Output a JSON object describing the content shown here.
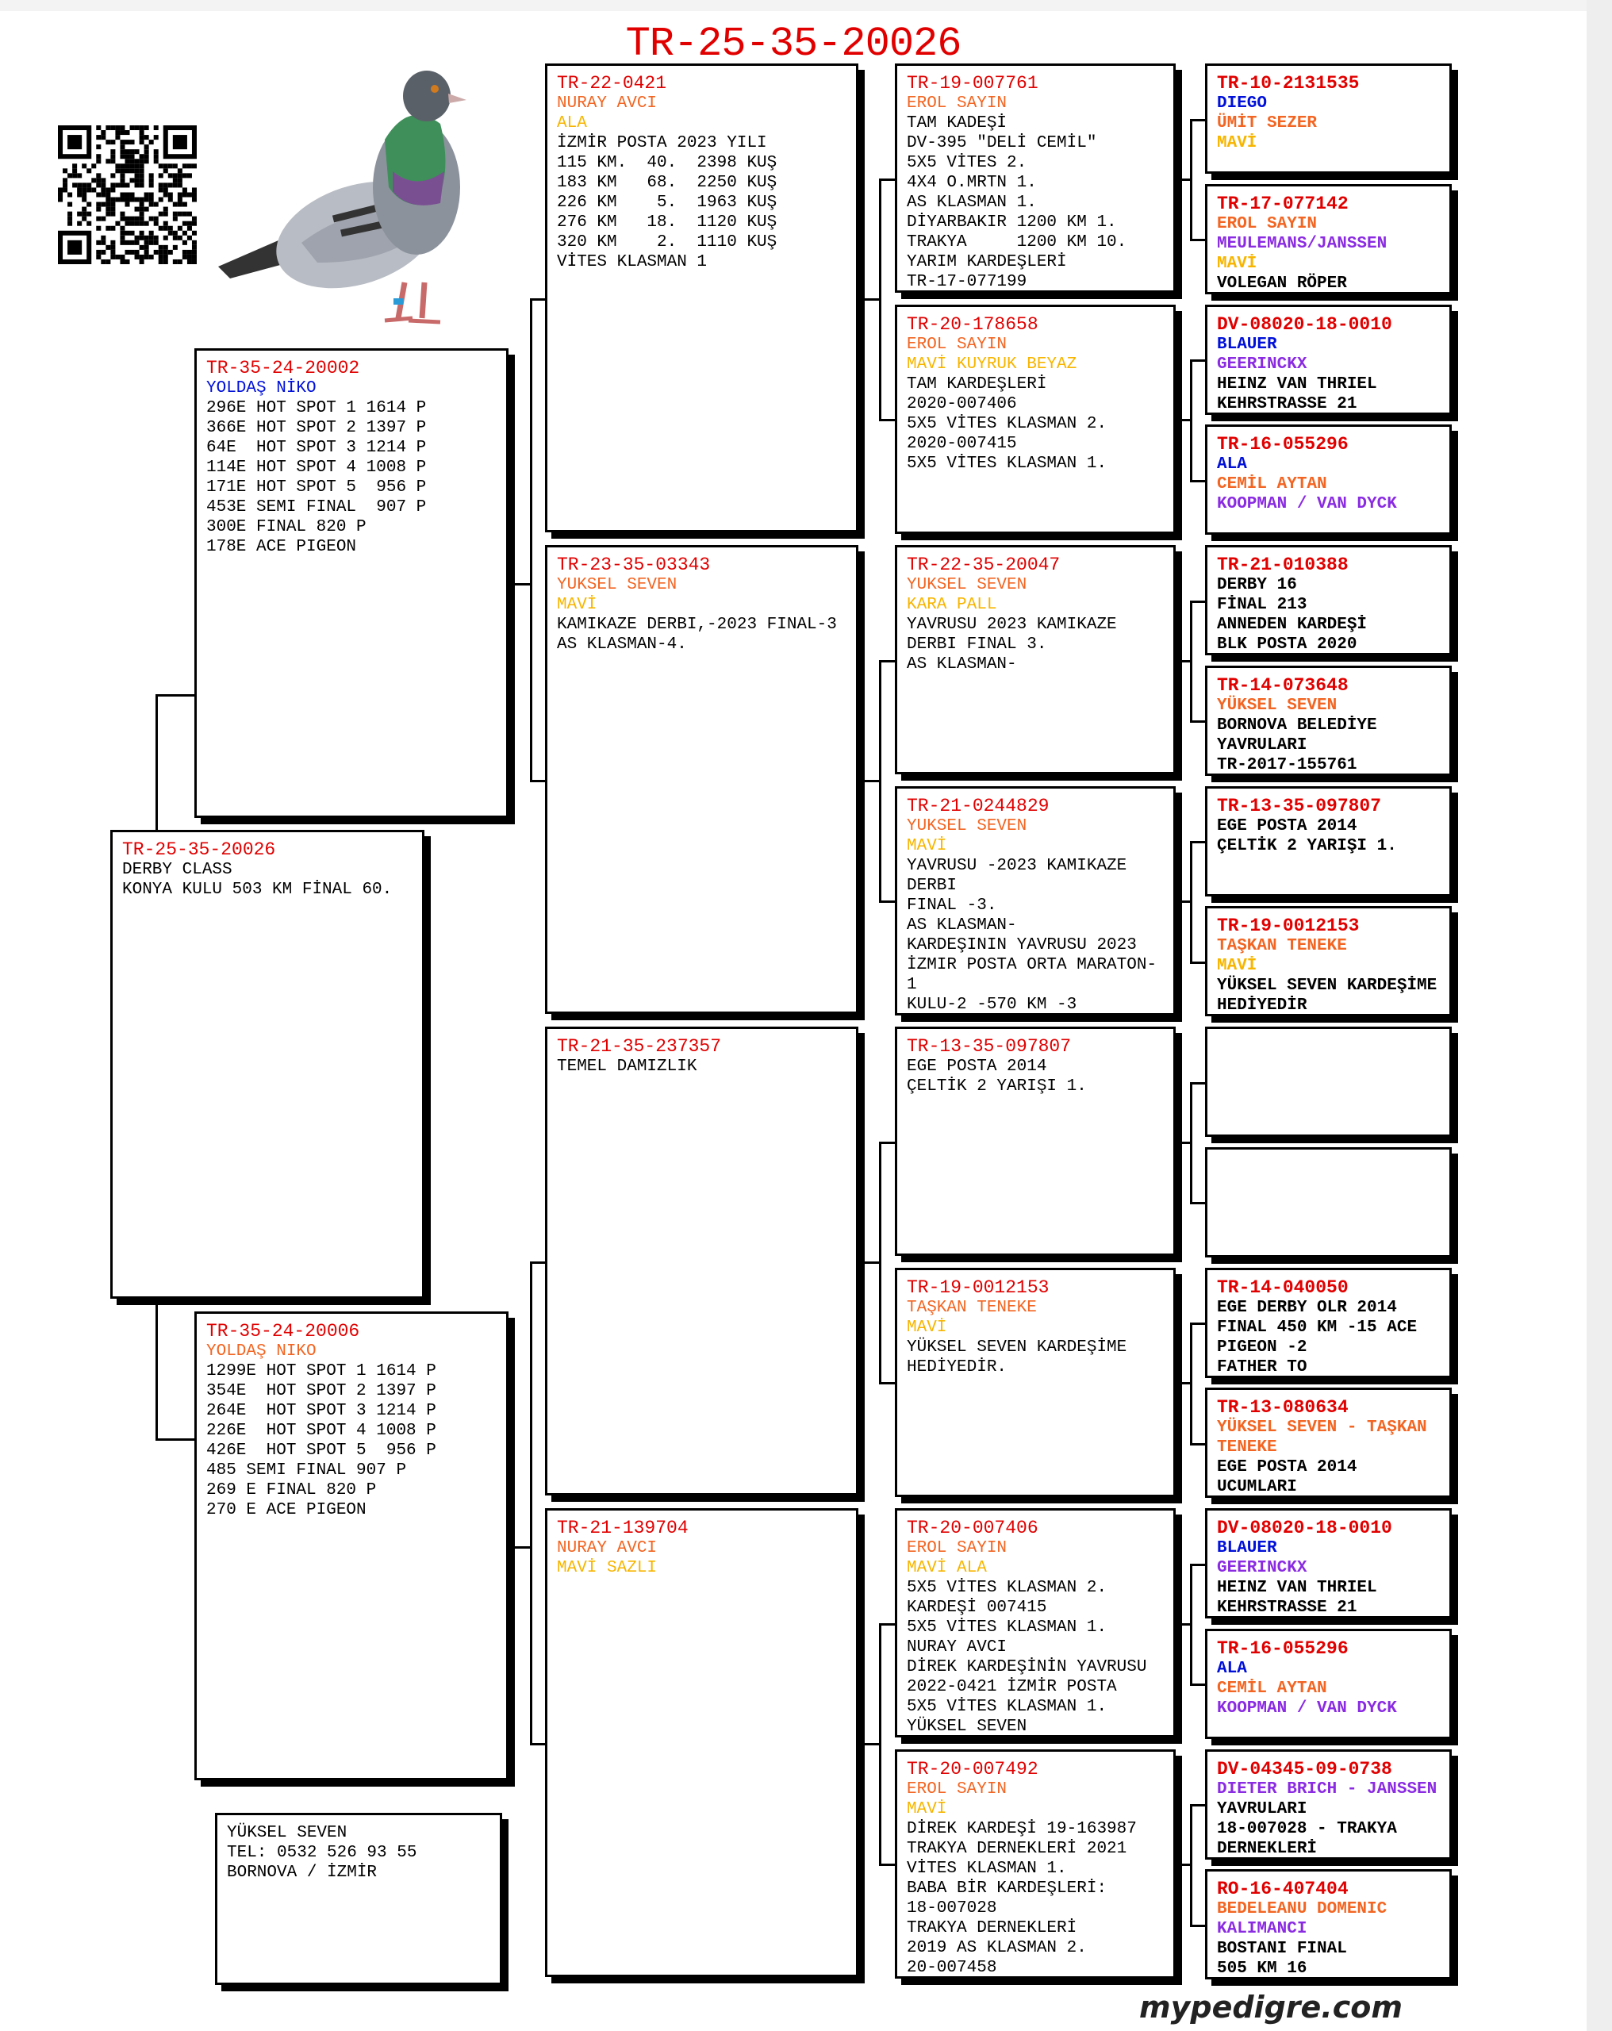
{
  "title": "TR-25-35-20026",
  "footer": "mypedigre.com",
  "colors": {
    "red": "#e10000",
    "orange": "#f26522",
    "gold": "#f7b500",
    "blue": "#0010d8",
    "purple": "#8a2be2",
    "black": "#000000"
  },
  "subject": {
    "lines": [
      [
        "TR-25-35-20026",
        "red"
      ],
      [
        "DERBY CLASS",
        "black"
      ],
      [
        "KONYA KULU 503 KM FİNAL 60.",
        "black"
      ]
    ]
  },
  "breeder": {
    "lines": [
      [
        "YÜKSEL SEVEN",
        "black"
      ],
      [
        "TEL: 0532 526 93 55",
        "black"
      ],
      [
        "BORNOVA / İZMİR",
        "black"
      ]
    ]
  },
  "parents": [
    {
      "lines": [
        [
          "TR-35-24-20002",
          "red"
        ],
        [
          "YOLDAŞ NİKO",
          "blue"
        ],
        [
          "296E HOT SPOT 1 1614 P",
          "black"
        ],
        [
          "366E HOT SPOT 2 1397 P",
          "black"
        ],
        [
          "64E  HOT SPOT 3 1214 P",
          "black"
        ],
        [
          "114E HOT SPOT 4 1008 P",
          "black"
        ],
        [
          "171E HOT SPOT 5  956 P",
          "black"
        ],
        [
          "453E SEMI FINAL  907 P",
          "black"
        ],
        [
          "300E FINAL 820 P",
          "black"
        ],
        [
          "178E ACE PIGEON",
          "black"
        ]
      ]
    },
    {
      "lines": [
        [
          "TR-35-24-20006",
          "red"
        ],
        [
          "YOLDAŞ NIKO",
          "orange"
        ],
        [
          "1299E HOT SPOT 1 1614 P",
          "black"
        ],
        [
          "354E  HOT SPOT 2 1397 P",
          "black"
        ],
        [
          "264E  HOT SPOT 3 1214 P",
          "black"
        ],
        [
          "226E  HOT SPOT 4 1008 P",
          "black"
        ],
        [
          "426E  HOT SPOT 5  956 P",
          "black"
        ],
        [
          "485 SEMI FINAL 907 P",
          "black"
        ],
        [
          "269 E FINAL 820 P",
          "black"
        ],
        [
          "270 E ACE PIGEON",
          "black"
        ]
      ]
    }
  ],
  "grandparents": [
    {
      "lines": [
        [
          "TR-22-0421",
          "red"
        ],
        [
          "NURAY AVCI",
          "orange"
        ],
        [
          "ALA",
          "gold"
        ],
        [
          "İZMİR POSTA 2023 YILI",
          "black"
        ],
        [
          "115 KM.  40.  2398 KUŞ",
          "black"
        ],
        [
          "183 KM   68.  2250 KUŞ",
          "black"
        ],
        [
          "226 KM    5.  1963 KUŞ",
          "black"
        ],
        [
          "276 KM   18.  1120 KUŞ",
          "black"
        ],
        [
          "320 KM    2.  1110 KUŞ",
          "black"
        ],
        [
          "VİTES KLASMAN 1",
          "black"
        ]
      ]
    },
    {
      "lines": [
        [
          "TR-23-35-03343",
          "red"
        ],
        [
          "YUKSEL SEVEN",
          "orange"
        ],
        [
          "MAVİ",
          "gold"
        ],
        [
          "KAMIKAZE DERBI,-2023 FINAL-3",
          "black"
        ],
        [
          "AS KLASMAN-4.",
          "black"
        ]
      ]
    },
    {
      "lines": [
        [
          "TR-21-35-237357",
          "red"
        ],
        [
          "TEMEL DAMIZLIK",
          "black"
        ]
      ]
    },
    {
      "lines": [
        [
          "TR-21-139704",
          "red"
        ],
        [
          "NURAY AVCI",
          "orange"
        ],
        [
          "MAVİ SAZLI",
          "gold"
        ]
      ]
    }
  ],
  "great_grandparents": [
    {
      "lines": [
        [
          "TR-19-007761",
          "red"
        ],
        [
          "EROL SAYIN",
          "orange"
        ],
        [
          "TAM KADEŞİ",
          "black"
        ],
        [
          "DV-395 \"DELİ CEMİL\"",
          "black"
        ],
        [
          "5X5 VİTES 2.",
          "black"
        ],
        [
          "4X4 O.MRTN 1.",
          "black"
        ],
        [
          "AS KLASMAN 1.",
          "black"
        ],
        [
          "DİYARBAKIR 1200 KM 1.",
          "black"
        ],
        [
          "TRAKYA     1200 KM 10.",
          "black"
        ],
        [
          "YARIM KARDEŞLERİ",
          "black"
        ],
        [
          "TR-17-077199",
          "black"
        ]
      ]
    },
    {
      "lines": [
        [
          "TR-20-178658",
          "red"
        ],
        [
          "EROL SAYIN",
          "orange"
        ],
        [
          "MAVİ KUYRUK BEYAZ",
          "gold"
        ],
        [
          "TAM KARDEŞLERİ",
          "black"
        ],
        [
          "2020-007406",
          "black"
        ],
        [
          "5X5 VİTES KLASMAN 2.",
          "black"
        ],
        [
          "2020-007415",
          "black"
        ],
        [
          "5X5 VİTES KLASMAN 1.",
          "black"
        ]
      ]
    },
    {
      "lines": [
        [
          "TR-22-35-20047",
          "red"
        ],
        [
          "YUKSEL SEVEN",
          "orange"
        ],
        [
          "KARA PALL",
          "gold"
        ],
        [
          "YAVRUSU 2023 KAMIKAZE",
          "black"
        ],
        [
          "DERBI FINAL 3.",
          "black"
        ],
        [
          "AS KLASMAN-",
          "black"
        ]
      ]
    },
    {
      "lines": [
        [
          "TR-21-0244829",
          "red"
        ],
        [
          "YUKSEL SEVEN",
          "orange"
        ],
        [
          "MAVİ",
          "gold"
        ],
        [
          "YAVRUSU -2023 KAMIKAZE",
          "black"
        ],
        [
          "DERBI",
          "black"
        ],
        [
          "FINAL -3.",
          "black"
        ],
        [
          "AS KLASMAN-",
          "black"
        ],
        [
          "KARDEŞININ YAVRUSU 2023",
          "black"
        ],
        [
          "İZMIR POSTA ORTA MARATON-",
          "black"
        ],
        [
          "1",
          "black"
        ],
        [
          "KULU-2 -570 KM -3",
          "black"
        ]
      ]
    },
    {
      "lines": [
        [
          "TR-13-35-097807",
          "red"
        ],
        [
          "EGE POSTA 2014",
          "black"
        ],
        [
          "ÇELTİK 2 YARIŞI 1.",
          "black"
        ]
      ]
    },
    {
      "lines": [
        [
          "TR-19-0012153",
          "red"
        ],
        [
          "TAŞKAN TENEKE",
          "orange"
        ],
        [
          "MAVİ",
          "gold"
        ],
        [
          "YÜKSEL SEVEN KARDEŞİME",
          "black"
        ],
        [
          "HEDİYEDİR.",
          "black"
        ]
      ]
    },
    {
      "lines": [
        [
          "TR-20-007406",
          "red"
        ],
        [
          "EROL SAYIN",
          "orange"
        ],
        [
          "MAVİ ALA",
          "gold"
        ],
        [
          "5X5 VİTES KLASMAN 2.",
          "black"
        ],
        [
          "KARDEŞİ 007415",
          "black"
        ],
        [
          "5X5 VİTES KLASMAN 1.",
          "black"
        ],
        [
          "NURAY AVCI",
          "black"
        ],
        [
          "DİREK KARDEŞİNİN YAVRUSU",
          "black"
        ],
        [
          "2022-0421 İZMİR POSTA",
          "black"
        ],
        [
          "5X5 VİTES KLASMAN 1.",
          "black"
        ],
        [
          "YÜKSEL SEVEN",
          "black"
        ]
      ]
    },
    {
      "lines": [
        [
          "TR-20-007492",
          "red"
        ],
        [
          "EROL SAYIN",
          "orange"
        ],
        [
          "MAVİ",
          "gold"
        ],
        [
          "DİREK KARDEŞİ 19-163987",
          "black"
        ],
        [
          "TRAKYA DERNEKLERİ 2021",
          "black"
        ],
        [
          "VİTES KLASMAN 1.",
          "black"
        ],
        [
          "BABA BİR KARDEŞLERİ:",
          "black"
        ],
        [
          "18-007028",
          "black"
        ],
        [
          "TRAKYA DERNEKLERİ",
          "black"
        ],
        [
          "2019 AS KLASMAN 2.",
          "black"
        ],
        [
          "20-007458",
          "black"
        ]
      ]
    }
  ],
  "great_great_grandparents": [
    {
      "lines": [
        [
          "TR-10-2131535",
          "red"
        ],
        [
          "DIEGO",
          "blue"
        ],
        [
          "ÜMİT SEZER",
          "orange"
        ],
        [
          "MAVİ",
          "gold"
        ]
      ]
    },
    {
      "lines": [
        [
          "TR-17-077142",
          "red"
        ],
        [
          "EROL SAYIN",
          "orange"
        ],
        [
          "MEULEMANS/JANSSEN",
          "purple"
        ],
        [
          "MAVİ",
          "gold"
        ],
        [
          "VOLEGAN RÖPER",
          "black"
        ]
      ]
    },
    {
      "lines": [
        [
          "DV-08020-18-0010",
          "red"
        ],
        [
          "BLAUER",
          "blue"
        ],
        [
          "GEERINCKX",
          "purple"
        ],
        [
          "HEINZ VAN THRIEL",
          "black"
        ],
        [
          "KEHRSTRASSE 21",
          "black"
        ]
      ]
    },
    {
      "lines": [
        [
          "TR-16-055296",
          "red"
        ],
        [
          "ALA",
          "blue"
        ],
        [
          "CEMİL AYTAN",
          "orange"
        ],
        [
          "KOOPMAN / VAN DYCK",
          "purple"
        ]
      ]
    },
    {
      "lines": [
        [
          "TR-21-010388",
          "red"
        ],
        [
          "DERBY 16",
          "black"
        ],
        [
          "FİNAL 213",
          "black"
        ],
        [
          "ANNEDEN KARDEŞİ",
          "black"
        ],
        [
          "BLK POSTA 2020",
          "black"
        ]
      ]
    },
    {
      "lines": [
        [
          "TR-14-073648",
          "red"
        ],
        [
          "YÜKSEL SEVEN",
          "orange"
        ],
        [
          "BORNOVA BELEDİYE",
          "black"
        ],
        [
          "YAVRULARI",
          "black"
        ],
        [
          "TR-2017-155761",
          "black"
        ]
      ]
    },
    {
      "lines": [
        [
          "TR-13-35-097807",
          "red"
        ],
        [
          "EGE POSTA 2014",
          "black"
        ],
        [
          "ÇELTİK 2 YARIŞI 1.",
          "black"
        ]
      ]
    },
    {
      "lines": [
        [
          "TR-19-0012153",
          "red"
        ],
        [
          "TAŞKAN TENEKE",
          "orange"
        ],
        [
          "MAVİ",
          "gold"
        ],
        [
          "YÜKSEL SEVEN KARDEŞİME",
          "black"
        ],
        [
          "HEDİYEDİR",
          "black"
        ]
      ]
    },
    {
      "lines": []
    },
    {
      "lines": []
    },
    {
      "lines": [
        [
          "TR-14-040050",
          "red"
        ],
        [
          "EGE DERBY OLR 2014",
          "black"
        ],
        [
          "FINAL 450 KM -15 ACE",
          "black"
        ],
        [
          "PIGEON -2",
          "black"
        ],
        [
          "FATHER TO",
          "black"
        ]
      ]
    },
    {
      "lines": [
        [
          "TR-13-080634",
          "red"
        ],
        [
          "YÜKSEL SEVEN - TAŞKAN",
          "orange"
        ],
        [
          "TENEKE",
          "orange"
        ],
        [
          "EGE POSTA 2014",
          "black"
        ],
        [
          "UCUMLARI",
          "black"
        ]
      ]
    },
    {
      "lines": [
        [
          "DV-08020-18-0010",
          "red"
        ],
        [
          "BLAUER",
          "blue"
        ],
        [
          "GEERINCKX",
          "purple"
        ],
        [
          "HEINZ VAN THRIEL",
          "black"
        ],
        [
          "KEHRSTRASSE 21",
          "black"
        ]
      ]
    },
    {
      "lines": [
        [
          "TR-16-055296",
          "red"
        ],
        [
          "ALA",
          "blue"
        ],
        [
          "CEMİL AYTAN",
          "orange"
        ],
        [
          "KOOPMAN / VAN DYCK",
          "purple"
        ]
      ]
    },
    {
      "lines": [
        [
          "DV-04345-09-0738",
          "red"
        ],
        [
          "DIETER BRICH - JANSSEN",
          "purple"
        ],
        [
          "YAVRULARI",
          "black"
        ],
        [
          "18-007028 - TRAKYA",
          "black"
        ],
        [
          "DERNEKLERİ",
          "black"
        ]
      ]
    },
    {
      "lines": [
        [
          "RO-16-407404",
          "red"
        ],
        [
          "BEDELEANU DOMENIC",
          "orange"
        ],
        [
          "KALIMANCI",
          "purple"
        ],
        [
          "BOSTANI FINAL",
          "black"
        ],
        [
          "505 KM 16",
          "black"
        ]
      ]
    }
  ]
}
